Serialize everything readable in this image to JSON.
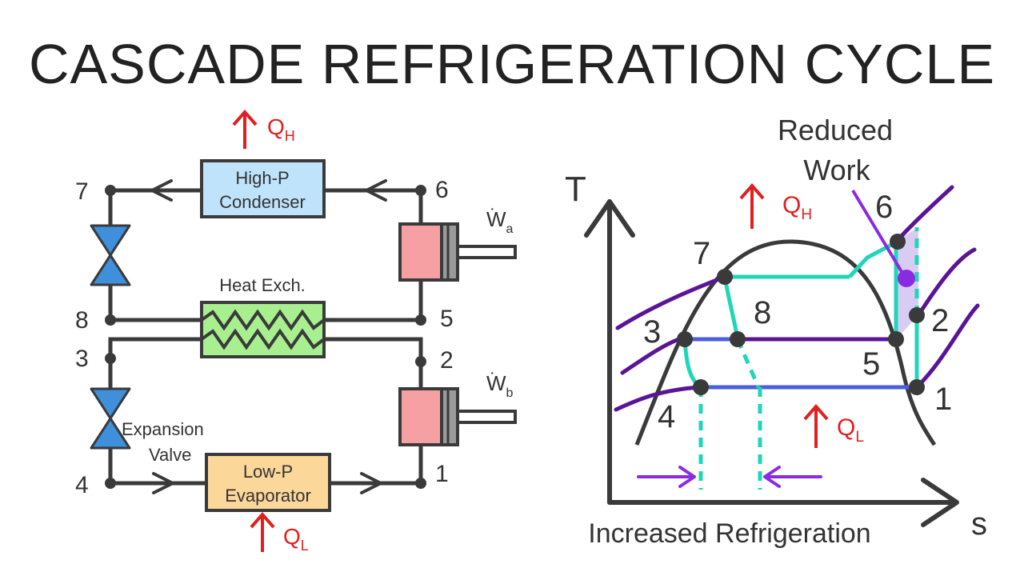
{
  "title": "CASCADE REFRIGERATION CYCLE",
  "colors": {
    "line": "#3a3a3a",
    "heat_arrow": "#e02020",
    "condenser_fill": "#bfe3fb",
    "heat_exchanger_fill": "#a8ef8f",
    "evaporator_fill": "#fcd79a",
    "compressor_fill": "#f7a0a4",
    "valve_fill": "#3f8fdb",
    "upper_cycle": "#1fd6b8",
    "lower_cycle": "#4b5de0",
    "isobar": "#5a1496",
    "annotation": "#8a2be2",
    "reduced_work_shade": "#d8ccf5"
  },
  "schematic": {
    "condenser_line1": "High-P",
    "condenser_line2": "Condenser",
    "heat_exchanger_label": "Heat Exch.",
    "evaporator_line1": "Low-P",
    "evaporator_line2": "Evaporator",
    "expansion_valve_line1": "Expansion",
    "expansion_valve_line2": "Valve",
    "q_h": "Q",
    "q_h_sub": "H",
    "q_l": "Q",
    "q_l_sub": "L",
    "w_a": "W",
    "w_a_sub": "a",
    "w_b": "W",
    "w_b_sub": "b",
    "node_labels": {
      "n1": "1",
      "n2": "2",
      "n3": "3",
      "n4": "4",
      "n5": "5",
      "n6": "6",
      "n7": "7",
      "n8": "8"
    }
  },
  "ts_diagram": {
    "y_axis_label": "T",
    "x_axis_label": "s",
    "q_h": "Q",
    "q_h_sub": "H",
    "q_l": "Q",
    "q_l_sub": "L",
    "reduced_work_line1": "Reduced",
    "reduced_work_line2": "Work",
    "increased_refrigeration": "Increased Refrigeration",
    "node_labels": {
      "n1": "1",
      "n2": "2",
      "n3": "3",
      "n4": "4",
      "n5": "5",
      "n6": "6",
      "n7": "7",
      "n8": "8"
    }
  }
}
